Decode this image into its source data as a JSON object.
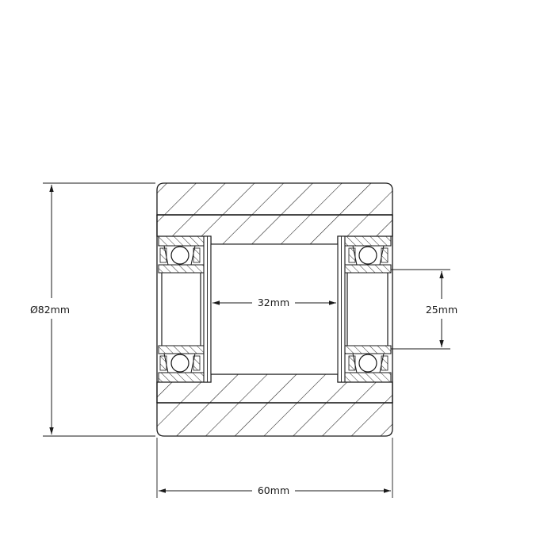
{
  "dimensions": {
    "outer_diameter": "Ø82mm",
    "bore": "32mm",
    "bearing_inner": "25mm",
    "width": "60mm"
  },
  "colors": {
    "ink": "#1a1a1a",
    "background": "#ffffff"
  }
}
